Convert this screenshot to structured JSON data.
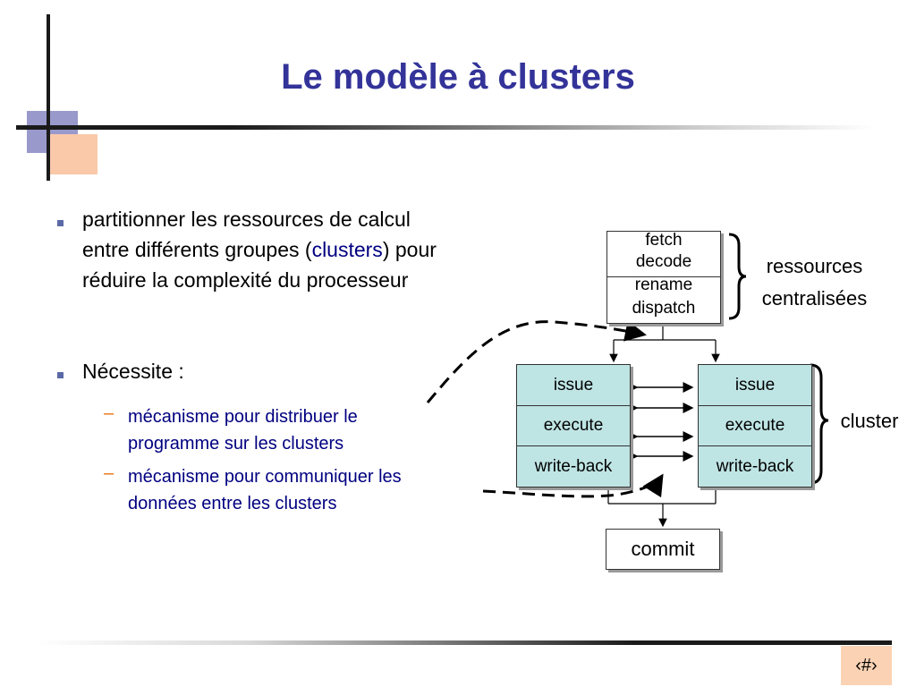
{
  "slide": {
    "title": "Le modèle à clusters",
    "page_number": "‹#›"
  },
  "bullets": {
    "b1_line1": "partitionner les ressources de calcul",
    "b1_line2a": "entre différents groupes (",
    "b1_line2b": "clusters",
    "b1_line2c": ") pour",
    "b1_line3": "réduire la complexité du processeur",
    "b2": "Nécessite :",
    "sub1_line1": "mécanisme pour distribuer le",
    "sub1_line2": "programme sur les clusters",
    "sub2_line1": "mécanisme pour communiquer les",
    "sub2_line2": "données entre les clusters",
    "dash_char": "–"
  },
  "diagram": {
    "front_end": [
      "fetch",
      "decode",
      "rename",
      "dispatch"
    ],
    "cluster_stages": [
      "issue",
      "execute",
      "write-back"
    ],
    "commit": "commit",
    "brace_label_1a": "ressources",
    "brace_label_1b": "centralisées",
    "brace_label_2": "cluster"
  },
  "colors": {
    "title": "#333399",
    "stage_fill": "#bfe4e4",
    "sub_text": "#000080",
    "dash": "#e6730f"
  }
}
